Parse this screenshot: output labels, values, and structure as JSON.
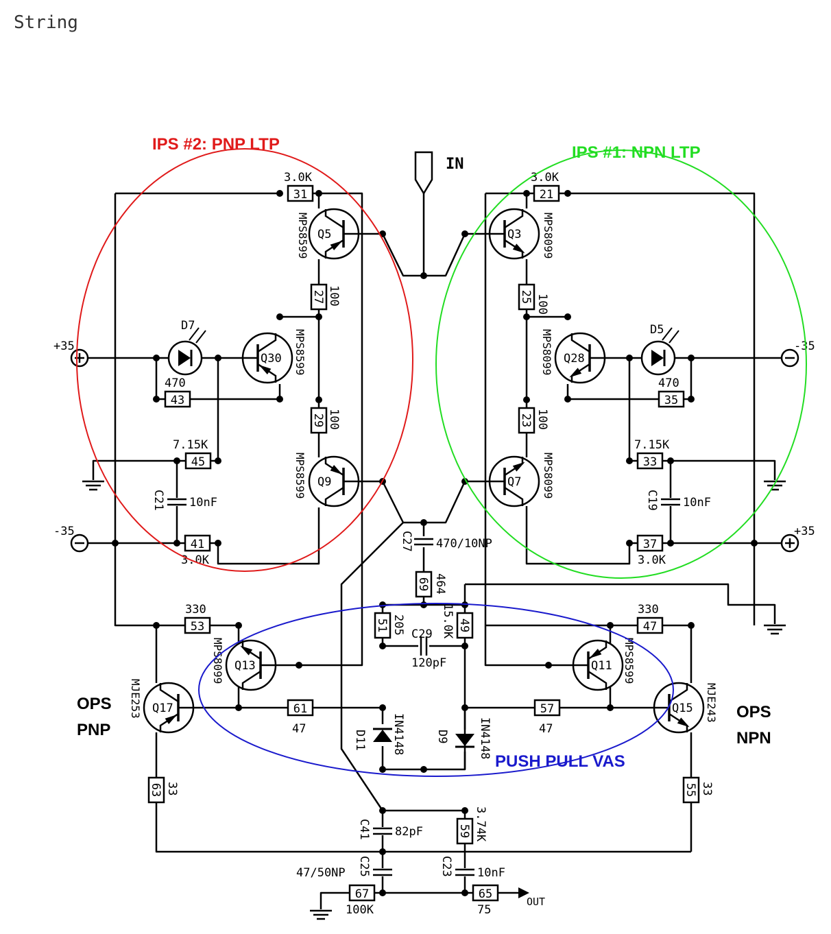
{
  "page_title": "String",
  "colors": {
    "wire": "#000000",
    "red": "#e01a1a",
    "green": "#22dd22",
    "blue": "#1a1acc"
  },
  "annotations": {
    "ips2": "IPS #2: PNP LTP",
    "ips1": "IPS #1: NPN LTP",
    "vas": "PUSH PULL VAS",
    "ops_pnp_1": "OPS",
    "ops_pnp_2": "PNP",
    "ops_npn_1": "OPS",
    "ops_npn_2": "NPN"
  },
  "ports": {
    "in": "IN",
    "out": "OUT",
    "plus35_left": "+35",
    "minus35_left": "-35",
    "minus35_right": "-35",
    "plus35_right": "+35"
  },
  "resistors": {
    "r31": "31",
    "r31_val": "3.0K",
    "r21": "21",
    "r21_val": "3.0K",
    "r27": "27",
    "r27_val": "100",
    "r25": "25",
    "r25_val": "100",
    "r43": "43",
    "r43_val": "470",
    "r35": "35",
    "r35_val": "470",
    "r29": "29",
    "r29_val": "100",
    "r23": "23",
    "r23_val": "100",
    "r45": "45",
    "r45_val": "7.15K",
    "r33": "33",
    "r33_val": "7.15K",
    "r41": "41",
    "r41_val": "3.0K",
    "r37": "37",
    "r37_val": "3.0K",
    "r69": "69",
    "r69_val": "464",
    "r53": "53",
    "r53_val": "330",
    "r47": "47",
    "r47_val": "330",
    "r51": "51",
    "r51_val": "205",
    "r49": "49",
    "r49_val": "15.0K",
    "r61": "61",
    "r61_val": "47",
    "r57": "57",
    "r57_val": "47",
    "r63": "63",
    "r63_val": "33",
    "r55": "55",
    "r55_val": "33",
    "r59": "59",
    "r59_val": "3.74K",
    "r67": "67",
    "r67_val": "100K",
    "r65": "65",
    "r65_val": "75"
  },
  "capacitors": {
    "c21": "C21",
    "c21_val": "10nF",
    "c19": "C19",
    "c19_val": "10nF",
    "c27": "C27",
    "c27_val": "470/10NP",
    "c29": "C29",
    "c29_val": "120pF",
    "c41": "C41",
    "c41_val": "82pF",
    "c25": "C25",
    "c25_val": "47/50NP",
    "c23": "C23",
    "c23_val": "10nF"
  },
  "transistors": {
    "q5": "Q5",
    "q5_part": "MPS8599",
    "q3": "Q3",
    "q3_part": "MPS8099",
    "q30": "Q30",
    "q30_part": "MPS8599",
    "q28": "Q28",
    "q28_part": "MPS8099",
    "q9": "Q9",
    "q9_part": "MPS8599",
    "q7": "Q7",
    "q7_part": "MPS8099",
    "q13": "Q13",
    "q13_part": "MPS8099",
    "q11": "Q11",
    "q11_part": "MPS8599",
    "q17": "Q17",
    "q17_part": "MJE253",
    "q15": "Q15",
    "q15_part": "MJE243"
  },
  "diodes": {
    "d7": "D7",
    "d5": "D5",
    "d11": "D11",
    "d11_part": "IN4148",
    "d9": "D9",
    "d9_part": "IN4148"
  }
}
